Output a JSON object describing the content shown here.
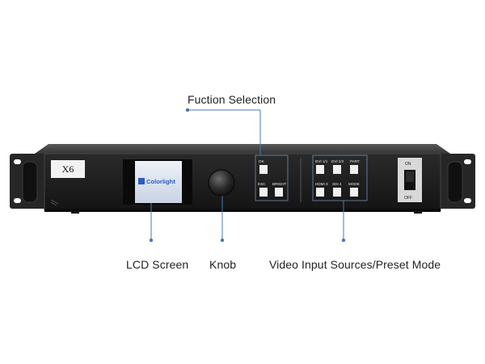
{
  "callouts": {
    "function_selection": "Fuction Selection",
    "lcd_screen": "LCD Screen",
    "knob": "Knob",
    "video_inputs": "Video Input Sources/Preset Mode"
  },
  "device": {
    "model": "X6",
    "model_sub": "",
    "lcd_brand": "Colorlight",
    "function_buttons": [
      "OK",
      "ESC",
      "BRIGHT"
    ],
    "input_buttons": [
      "DVI 1/1",
      "DVI 2/2",
      "PART",
      "HDMI 3",
      "SDI 4",
      "MODE"
    ],
    "power_on": "ON",
    "power_off": "OFF"
  },
  "colors": {
    "panel": "#2b2b2b",
    "face": "#1d1d1d",
    "callout_line": "#4a78b8"
  }
}
